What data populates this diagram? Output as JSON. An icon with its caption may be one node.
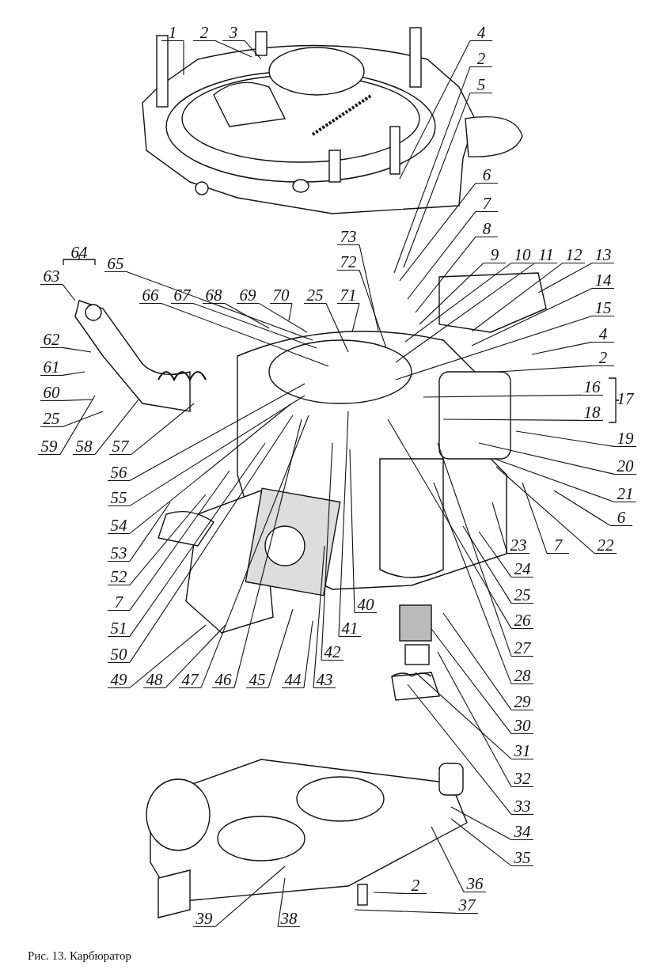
{
  "diagram": {
    "caption": "Рис. 13. Карбюратор",
    "nodes": [
      {
        "text": [
          "1"
        ]
      },
      {
        "text": [
          "2"
        ]
      },
      {
        "text": [
          "3"
        ]
      },
      {
        "text": [
          "4"
        ]
      },
      {
        "text": [
          "2"
        ]
      },
      {
        "text": [
          "5"
        ]
      },
      {
        "text": [
          "6"
        ]
      },
      {
        "text": [
          "7"
        ]
      },
      {
        "text": [
          "8"
        ]
      },
      {
        "text": [
          "63"
        ]
      },
      {
        "text": [
          "65"
        ]
      },
      {
        "text": [
          "66"
        ]
      },
      {
        "text": [
          "67"
        ]
      },
      {
        "text": [
          "68"
        ]
      },
      {
        "text": [
          "69"
        ]
      },
      {
        "text": [
          "70"
        ]
      },
      {
        "text": [
          "25"
        ]
      },
      {
        "text": [
          "71"
        ]
      },
      {
        "text": [
          "73"
        ]
      },
      {
        "text": [
          "72"
        ]
      },
      {
        "text": [
          "9"
        ]
      },
      {
        "text": [
          "10"
        ]
      },
      {
        "text": [
          "11"
        ]
      },
      {
        "text": [
          "12"
        ]
      },
      {
        "text": [
          "13"
        ]
      },
      {
        "text": [
          "14"
        ]
      },
      {
        "text": [
          "15"
        ]
      },
      {
        "text": [
          "4"
        ]
      },
      {
        "text": [
          "2"
        ]
      },
      {
        "text": [
          "62"
        ]
      },
      {
        "text": [
          "61"
        ]
      },
      {
        "text": [
          "60"
        ]
      },
      {
        "text": [
          "25"
        ]
      },
      {
        "text": [
          "16"
        ]
      },
      {
        "text": [
          "18"
        ]
      },
      {
        "text": [
          "19"
        ]
      },
      {
        "text": [
          "59"
        ]
      },
      {
        "text": [
          "58"
        ]
      },
      {
        "text": [
          "57"
        ]
      },
      {
        "text": [
          "20"
        ]
      },
      {
        "text": [
          "56"
        ]
      },
      {
        "text": [
          "21"
        ]
      },
      {
        "text": [
          "55"
        ]
      },
      {
        "text": [
          "6"
        ]
      },
      {
        "text": [
          "54"
        ]
      },
      {
        "text": [
          "23"
        ]
      },
      {
        "text": [
          "7"
        ]
      },
      {
        "text": [
          "22"
        ]
      },
      {
        "text": [
          "53"
        ]
      },
      {
        "text": [
          "24"
        ]
      },
      {
        "text": [
          "52"
        ]
      },
      {
        "text": [
          "25"
        ]
      },
      {
        "text": [
          "7"
        ]
      },
      {
        "text": [
          "40"
        ]
      },
      {
        "text": [
          "26"
        ]
      },
      {
        "text": [
          "51"
        ]
      },
      {
        "text": [
          "41"
        ]
      },
      {
        "text": [
          "27"
        ]
      },
      {
        "text": [
          "42"
        ]
      },
      {
        "text": [
          "50"
        ]
      },
      {
        "text": [
          "28"
        ]
      },
      {
        "text": [
          "49"
        ]
      },
      {
        "text": [
          "48"
        ]
      },
      {
        "text": [
          "47"
        ]
      },
      {
        "text": [
          "46"
        ]
      },
      {
        "text": [
          "45"
        ]
      },
      {
        "text": [
          "44"
        ]
      },
      {
        "text": [
          "43"
        ]
      },
      {
        "text": [
          "29"
        ]
      },
      {
        "text": [
          "30"
        ]
      },
      {
        "text": [
          "31"
        ]
      },
      {
        "text": [
          "32"
        ]
      },
      {
        "text": [
          "33"
        ]
      },
      {
        "text": [
          "34"
        ]
      },
      {
        "text": [
          "35"
        ]
      },
      {
        "text": [
          "39"
        ]
      },
      {
        "text": [
          "38"
        ]
      },
      {
        "text": [
          "2"
        ]
      },
      {
        "text": [
          "36"
        ]
      },
      {
        "text": [
          "37"
        ]
      }
    ],
    "edges": [
      {
        "from": 0,
        "to": null,
        "arrow": "none"
      },
      {
        "from": 1,
        "to": null,
        "arrow": "none"
      },
      {
        "from": 2,
        "to": null,
        "arrow": "none"
      },
      {
        "from": 3,
        "to": null,
        "arrow": "none"
      },
      {
        "from": 4,
        "to": null,
        "arrow": "none"
      },
      {
        "from": 5,
        "to": null,
        "arrow": "none"
      },
      {
        "from": 6,
        "to": null,
        "arrow": "none"
      },
      {
        "from": 7,
        "to": null,
        "arrow": "none"
      },
      {
        "from": 8,
        "to": null,
        "arrow": "none"
      },
      {
        "from": 9,
        "to": null,
        "arrow": "none"
      },
      {
        "from": 10,
        "to": null,
        "arrow": "none"
      },
      {
        "from": 11,
        "to": null,
        "arrow": "none"
      },
      {
        "from": 12,
        "to": null,
        "arrow": "none"
      },
      {
        "from": 13,
        "to": null,
        "arrow": "none"
      },
      {
        "from": 14,
        "to": null,
        "arrow": "none"
      },
      {
        "from": 15,
        "to": null,
        "arrow": "none"
      },
      {
        "from": 16,
        "to": null,
        "arrow": "none"
      },
      {
        "from": 17,
        "to": null,
        "arrow": "none"
      },
      {
        "from": 18,
        "to": null,
        "arrow": "none"
      },
      {
        "from": 19,
        "to": null,
        "arrow": "none"
      },
      {
        "from": 20,
        "to": null,
        "arrow": "none"
      },
      {
        "from": 21,
        "to": null,
        "arrow": "none"
      },
      {
        "from": 22,
        "to": null,
        "arrow": "none"
      },
      {
        "from": 23,
        "to": null,
        "arrow": "none"
      },
      {
        "from": 24,
        "to": null,
        "arrow": "none"
      },
      {
        "from": 25,
        "to": null,
        "arrow": "none"
      },
      {
        "from": 26,
        "to": null,
        "arrow": "none"
      },
      {
        "from": 27,
        "to": null,
        "arrow": "none"
      },
      {
        "from": 28,
        "to": null,
        "arrow": "none"
      },
      {
        "from": 29,
        "to": null,
        "arrow": "none"
      },
      {
        "from": 30,
        "to": null,
        "arrow": "none"
      },
      {
        "from": 31,
        "to": null,
        "arrow": "none"
      },
      {
        "from": 32,
        "to": null,
        "arrow": "none"
      },
      {
        "from": 33,
        "to": null,
        "arrow": "none"
      },
      {
        "from": 34,
        "to": null,
        "arrow": "none"
      },
      {
        "from": 35,
        "to": null,
        "arrow": "none"
      },
      {
        "from": 36,
        "to": null,
        "arrow": "none"
      },
      {
        "from": 37,
        "to": null,
        "arrow": "none"
      },
      {
        "from": 38,
        "to": null,
        "arrow": "none"
      },
      {
        "from": 39,
        "to": null,
        "arrow": "none"
      },
      {
        "from": 40,
        "to": null,
        "arrow": "none"
      },
      {
        "from": 41,
        "to": null,
        "arrow": "none"
      },
      {
        "from": 42,
        "to": null,
        "arrow": "none"
      },
      {
        "from": 43,
        "to": null,
        "arrow": "none"
      },
      {
        "from": 44,
        "to": null,
        "arrow": "none"
      },
      {
        "from": 45,
        "to": null,
        "arrow": "none"
      },
      {
        "from": 46,
        "to": null,
        "arrow": "none"
      },
      {
        "from": 47,
        "to": null,
        "arrow": "none"
      },
      {
        "from": 48,
        "to": null,
        "arrow": "none"
      },
      {
        "from": 49,
        "to": null,
        "arrow": "none"
      },
      {
        "from": 50,
        "to": null,
        "arrow": "none"
      },
      {
        "from": 51,
        "to": null,
        "arrow": "none"
      },
      {
        "from": 52,
        "to": null,
        "arrow": "none"
      },
      {
        "from": 53,
        "to": null,
        "arrow": "none"
      },
      {
        "from": 54,
        "to": null,
        "arrow": "none"
      },
      {
        "from": 55,
        "to": null,
        "arrow": "none"
      },
      {
        "from": 56,
        "to": null,
        "arrow": "none"
      },
      {
        "from": 57,
        "to": null,
        "arrow": "none"
      },
      {
        "from": 58,
        "to": null,
        "arrow": "none"
      },
      {
        "from": 59,
        "to": null,
        "arrow": "none"
      },
      {
        "from": 60,
        "to": null,
        "arrow": "none"
      },
      {
        "from": 61,
        "to": null,
        "arrow": "none"
      },
      {
        "from": 62,
        "to": null,
        "arrow": "none"
      },
      {
        "from": 63,
        "to": null,
        "arrow": "none"
      },
      {
        "from": 64,
        "to": null,
        "arrow": "none"
      },
      {
        "from": 65,
        "to": null,
        "arrow": "none"
      },
      {
        "from": 66,
        "to": null,
        "arrow": "none"
      },
      {
        "from": 67,
        "to": null,
        "arrow": "none"
      },
      {
        "from": 68,
        "to": null,
        "arrow": "none"
      },
      {
        "from": 69,
        "to": null,
        "arrow": "none"
      },
      {
        "from": 70,
        "to": null,
        "arrow": "none"
      },
      {
        "from": 71,
        "to": null,
        "arrow": "none"
      },
      {
        "from": 72,
        "to": null,
        "arrow": "none"
      },
      {
        "from": 73,
        "to": null,
        "arrow": "none"
      },
      {
        "from": 74,
        "to": null,
        "arrow": "none"
      },
      {
        "from": 75,
        "to": null,
        "arrow": "none"
      },
      {
        "from": 76,
        "to": null,
        "arrow": "none"
      },
      {
        "from": 77,
        "to": null,
        "arrow": "none"
      },
      {
        "from": 78,
        "to": null,
        "arrow": "none"
      },
      {
        "from": 79,
        "to": null,
        "arrow": "none"
      }
    ],
    "labels": [
      "64",
      "17"
    ]
  }
}
